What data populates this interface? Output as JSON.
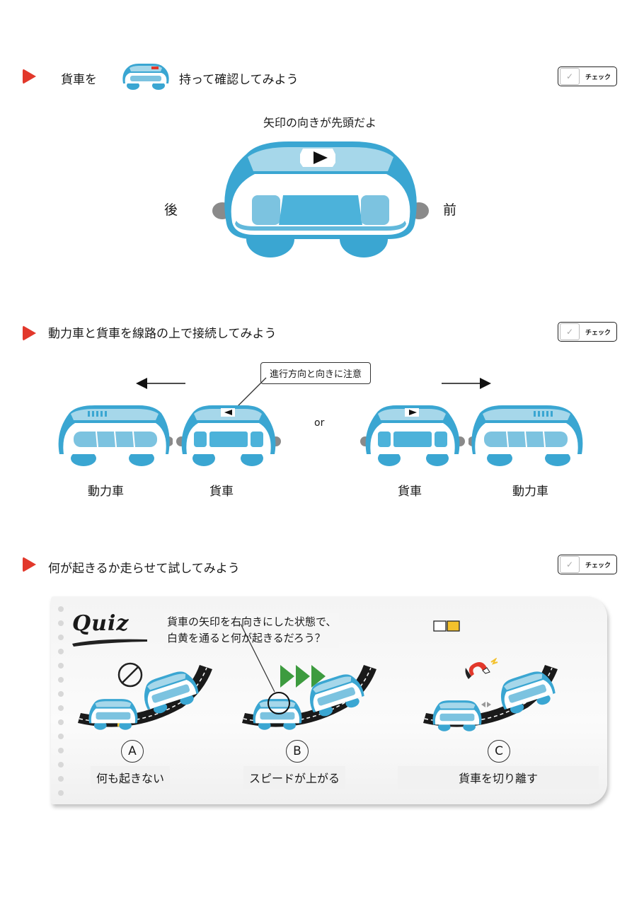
{
  "check_label": "チェック",
  "section1": {
    "title_a": "貨車を",
    "title_b": "持って確認してみよう",
    "arrow_note": "矢印の向きが先頭だよ",
    "back_label": "後",
    "front_label": "前"
  },
  "section2": {
    "title": "動力車と貨車を線路の上で接続してみよう",
    "callout": "進行方向と向きに注意",
    "or_label": "or",
    "labels": [
      "動力車",
      "貨車",
      "貨車",
      "動力車"
    ]
  },
  "section3": {
    "title": "何が起きるか走らせて試してみよう",
    "quiz_logo": "Quiz",
    "question_line1": "貨車の矢印を右向きにした状態で、",
    "question_line2": "白黄を通ると何が起きるだろう？",
    "options": [
      {
        "letter": "A",
        "text": "何も起きない"
      },
      {
        "letter": "B",
        "text": "スピードが上がる"
      },
      {
        "letter": "C",
        "text": "貨車を切り離す"
      }
    ]
  },
  "colors": {
    "accent_red": "#e2382b",
    "train_blue": "#3aa6d2",
    "train_light": "#a6d7ea",
    "arrow_green": "#3d9b3f",
    "tile_yellow": "#f3c12c"
  }
}
